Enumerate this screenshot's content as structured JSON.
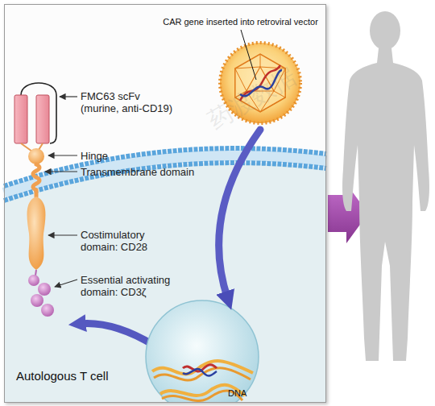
{
  "diagram": {
    "nodes": [
      {
        "text": [
          "Autologous T cell"
        ]
      },
      {
        "text": [
          "CAR gene inserted into retroviral vector"
        ],
        "in": 0
      },
      {
        "text": [
          "DNA"
        ],
        "in": 0
      }
    ],
    "edges": [
      {
        "from": 1,
        "to": 2,
        "arrow": "to"
      }
    ],
    "labels": [
      "FMC63 scFv (murine, anti-CD19)",
      "Hinge",
      "Transmembrane domain",
      "Costimulatory domain: CD28",
      "Essential activating domain: CD3ζ",
      "药渡数据"
    ]
  }
}
